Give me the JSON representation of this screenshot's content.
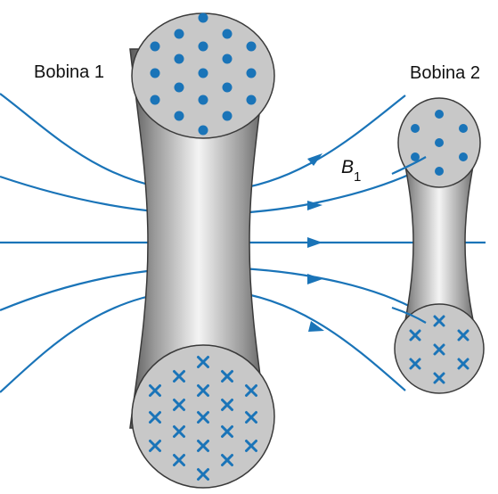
{
  "labels": {
    "coil1": "Bobina 1",
    "coil2": "Bobina 2",
    "field_symbol": "B",
    "field_subscript": "1"
  },
  "legend_symbols": {
    "out_of_page": "dot",
    "into_page": "cross"
  },
  "colors": {
    "field_line": "#1a74b8",
    "wire_marker": "#1a74b8",
    "coil_face": "#c8c8c8",
    "coil_body_dark": "#555555",
    "coil_body_light": "#f2f2f2",
    "text": "#111111"
  }
}
